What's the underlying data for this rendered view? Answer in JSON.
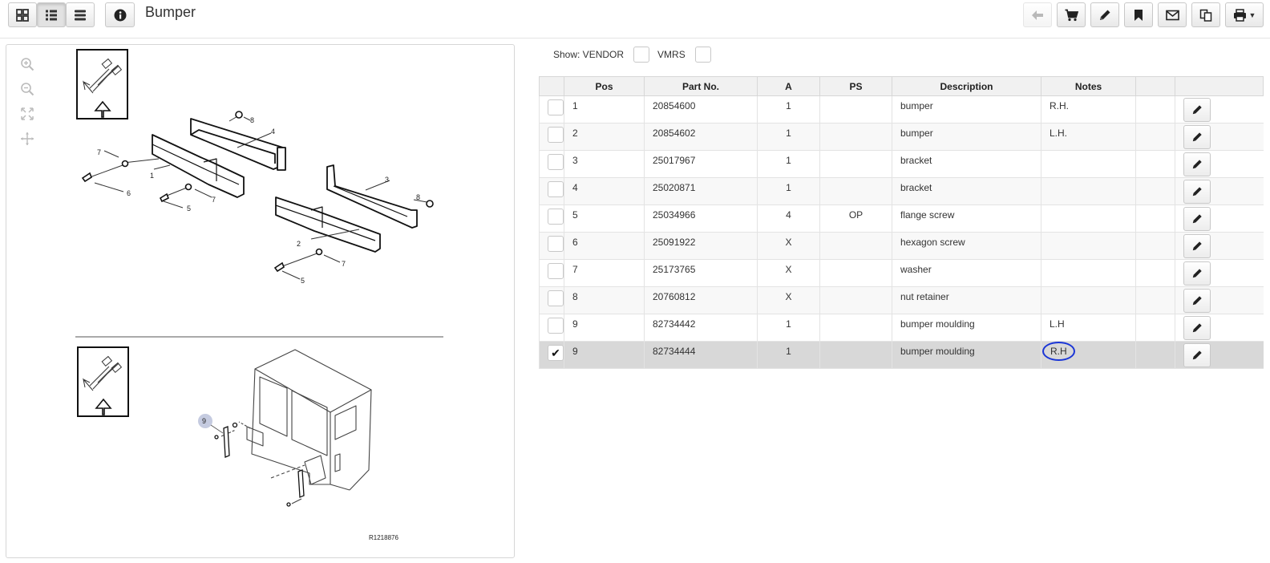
{
  "header": {
    "title": "Bumper"
  },
  "toolbar_left": [
    {
      "name": "grid-view-button",
      "icon": "grid-icon"
    },
    {
      "name": "list-view-button",
      "icon": "list-icon",
      "active": true
    },
    {
      "name": "compact-view-button",
      "icon": "bars-icon"
    },
    {
      "name": "info-button",
      "icon": "info-icon"
    }
  ],
  "toolbar_right": [
    {
      "name": "back-button",
      "icon": "arrow-left-icon",
      "disabled": true
    },
    {
      "name": "cart-button",
      "icon": "cart-icon"
    },
    {
      "name": "edit-button",
      "icon": "pencil-icon"
    },
    {
      "name": "bookmark-button",
      "icon": "bookmark-icon"
    },
    {
      "name": "email-button",
      "icon": "envelope-icon"
    },
    {
      "name": "copy-button",
      "icon": "copy-icon"
    },
    {
      "name": "print-button",
      "icon": "print-icon",
      "caret": true
    }
  ],
  "viewer": {
    "tools": [
      "zoom-in-icon",
      "zoom-out-icon",
      "fit-icon",
      "pan-icon"
    ],
    "callouts": [
      "8",
      "4",
      "7",
      "1",
      "6",
      "5",
      "7",
      "3",
      "8",
      "2",
      "7",
      "5",
      "9"
    ],
    "drawing_ref": "R1218876"
  },
  "filters": {
    "show_label": "Show: VENDOR",
    "vmrs_label": "VMRS"
  },
  "table": {
    "columns": [
      "",
      "Pos",
      "Part No.",
      "A",
      "PS",
      "Description",
      "Notes",
      "",
      ""
    ],
    "rows": [
      {
        "pos": "1",
        "part_no": "20854600",
        "a": "1",
        "ps": "",
        "description": "bumper",
        "notes": "R.H.",
        "checked": false
      },
      {
        "pos": "2",
        "part_no": "20854602",
        "a": "1",
        "ps": "",
        "description": "bumper",
        "notes": "L.H.",
        "checked": false
      },
      {
        "pos": "3",
        "part_no": "25017967",
        "a": "1",
        "ps": "",
        "description": "bracket",
        "notes": "",
        "checked": false
      },
      {
        "pos": "4",
        "part_no": "25020871",
        "a": "1",
        "ps": "",
        "description": "bracket",
        "notes": "",
        "checked": false
      },
      {
        "pos": "5",
        "part_no": "25034966",
        "a": "4",
        "ps": "OP",
        "description": "flange screw",
        "notes": "",
        "checked": false
      },
      {
        "pos": "6",
        "part_no": "25091922",
        "a": "X",
        "ps": "",
        "description": "hexagon screw",
        "notes": "",
        "checked": false
      },
      {
        "pos": "7",
        "part_no": "25173765",
        "a": "X",
        "ps": "",
        "description": "washer",
        "notes": "",
        "checked": false
      },
      {
        "pos": "8",
        "part_no": "20760812",
        "a": "X",
        "ps": "",
        "description": "nut retainer",
        "notes": "",
        "checked": false
      },
      {
        "pos": "9",
        "part_no": "82734442",
        "a": "1",
        "ps": "",
        "description": "bumper moulding",
        "notes": "L.H",
        "checked": false
      },
      {
        "pos": "9",
        "part_no": "82734444",
        "a": "1",
        "ps": "",
        "description": "bumper moulding",
        "notes": "R.H",
        "checked": true,
        "selected": true
      }
    ],
    "check_mark": "✔"
  },
  "colors": {
    "annotation_circle": "#1a35d6",
    "selected_row": "#d8d8d8",
    "header_bg": "#f1f1f1",
    "callout_badge": "#c5cbe0"
  }
}
